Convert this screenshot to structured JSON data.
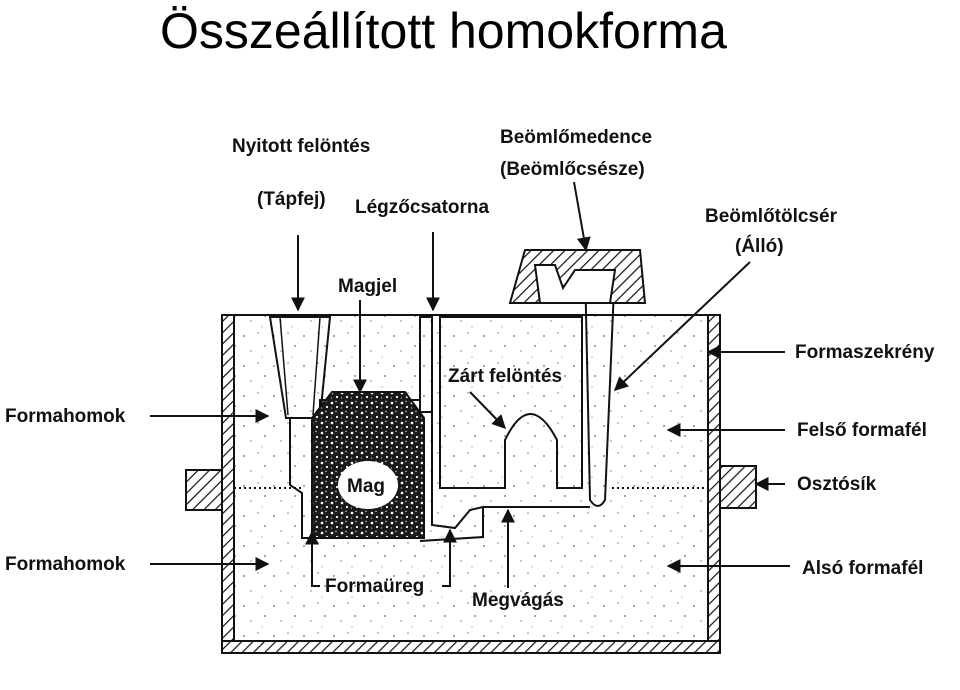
{
  "title": "Összeállított homokforma",
  "labels": {
    "nyitott_felontes": "Nyitott felöntés",
    "tapfej": "(Tápfej)",
    "legzocsatorna": "Légzőcsatorna",
    "beomlomedence": "Beömlőmedence",
    "beomlocsesze": "(Beömlőcsésze)",
    "beomlotolcser": "Beömlőtölcsér",
    "allo": "(Álló)",
    "magjel": "Magjel",
    "formaszekreny": "Formaszekrény",
    "zart_felontes": "Zárt felöntés",
    "formahomok_felso": "Formahomok",
    "felso_formafel": "Felső formafél",
    "mag": "Mag",
    "osztosik": "Osztósík",
    "formahomok_also": "Formahomok",
    "also_formafel": "Alsó formafél",
    "formaureg": "Formaüreg",
    "megvagas": "Megvágás"
  },
  "colors": {
    "line": "#111111",
    "background": "#ffffff",
    "core_fill": "#1a1a1a"
  }
}
